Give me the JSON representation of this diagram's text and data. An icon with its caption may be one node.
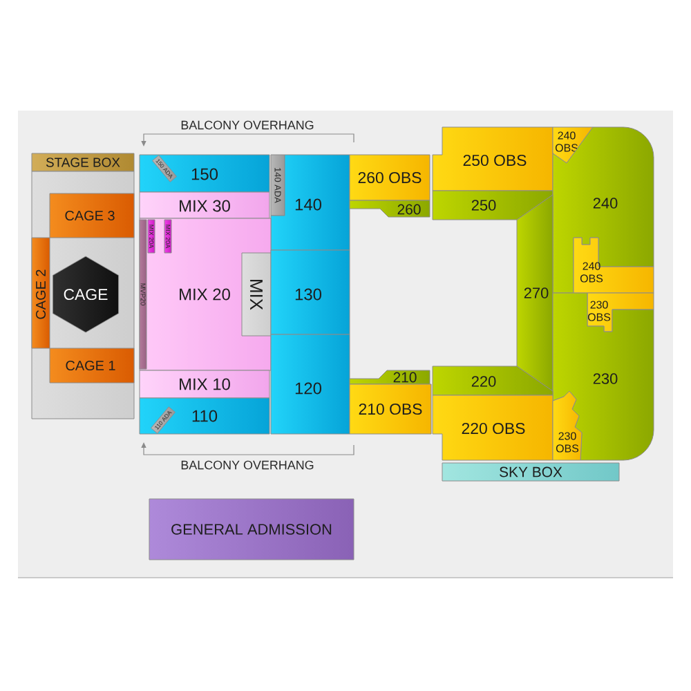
{
  "diagram": {
    "nodes": [
      {
        "text": [
          "STAGE BOX"
        ]
      },
      {
        "text": [],
        "shape": "box"
      },
      {
        "text": [
          "CAGE 3"
        ],
        "in": 1
      },
      {
        "text": [
          "CAGE 2"
        ],
        "in": 1
      },
      {
        "text": [
          "CAGE"
        ],
        "in": 1
      },
      {
        "text": [
          "CAGE 1"
        ],
        "in": 1
      },
      {
        "text": [
          "150"
        ]
      },
      {
        "text": [
          "150 ADA"
        ],
        "in": 6
      },
      {
        "text": [
          "MIX 30"
        ]
      },
      {
        "text": [
          "140 ADA"
        ],
        "in": 10
      },
      {
        "text": [
          "140"
        ]
      },
      {
        "text": [
          "MIX 20"
        ]
      },
      {
        "text": [
          "MVP20"
        ],
        "in": 11
      },
      {
        "text": [
          "MIX 20A"
        ],
        "in": 11
      },
      {
        "text": [
          "MIX 20A"
        ],
        "in": 11
      },
      {
        "text": [
          "MIX"
        ],
        "in": 11
      },
      {
        "text": [
          "130"
        ]
      },
      {
        "text": [
          "MIX 10"
        ]
      },
      {
        "text": [
          "120"
        ]
      },
      {
        "text": [
          "110"
        ]
      },
      {
        "text": [
          "110 ADA"
        ],
        "in": 19
      },
      {
        "text": [
          "260 OBS"
        ]
      },
      {
        "text": [
          "260"
        ]
      },
      {
        "text": [
          "250 OBS"
        ]
      },
      {
        "text": [
          "250"
        ]
      },
      {
        "text": [
          "240 OBS"
        ],
        "in": 26
      },
      {
        "text": [
          "240"
        ]
      },
      {
        "text": [
          "240 OBS"
        ],
        "in": 26
      },
      {
        "text": [
          "270"
        ]
      },
      {
        "text": [
          "230 OBS"
        ],
        "in": 30
      },
      {
        "text": [
          "230"
        ]
      },
      {
        "text": [
          "210"
        ]
      },
      {
        "text": [
          "210 OBS"
        ]
      },
      {
        "text": [
          "220"
        ]
      },
      {
        "text": [
          "220 OBS"
        ]
      },
      {
        "text": [
          "230 OBS"
        ],
        "in": 30
      },
      {
        "text": [
          "SKY BOX"
        ]
      },
      {
        "text": [
          "GENERAL ADMISSION"
        ]
      }
    ],
    "labels": [
      "BALCONY OVERHANG",
      "BALCONY OVERHANG"
    ]
  }
}
